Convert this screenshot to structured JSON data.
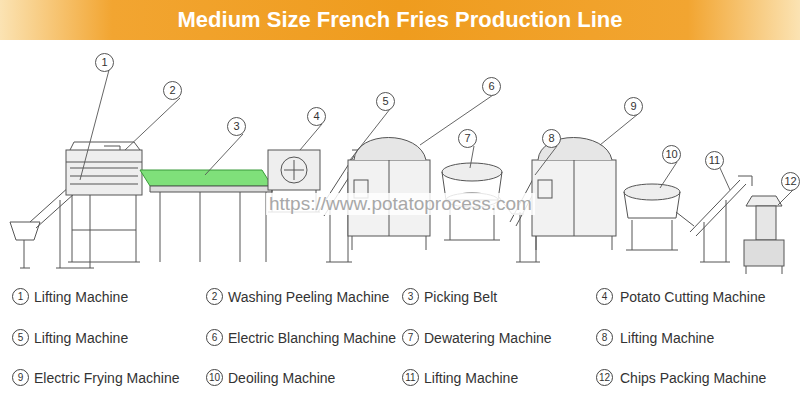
{
  "diagram": {
    "title": "Medium Size French Fries Production Line",
    "labels": [
      "1",
      "2",
      "3",
      "4",
      "5",
      "6",
      "7",
      "8",
      "9",
      "10",
      "11",
      "12",
      "https://www.potatoprocess.com",
      "1",
      "Lifting Machine",
      "2",
      "Washing Peeling Machine",
      "3",
      "Picking Belt",
      "4",
      "Potato Cutting Machine",
      "5",
      "Lifting Machine",
      "6",
      "Electric Blanching Machine",
      "7",
      "Dewatering Machine",
      "8",
      "Lifting Machine",
      "9",
      "Electric Frying Machine",
      "10",
      "Deoiling Machine",
      "11",
      "Lifting Machine",
      "12",
      "Chips Packing Machine"
    ]
  }
}
